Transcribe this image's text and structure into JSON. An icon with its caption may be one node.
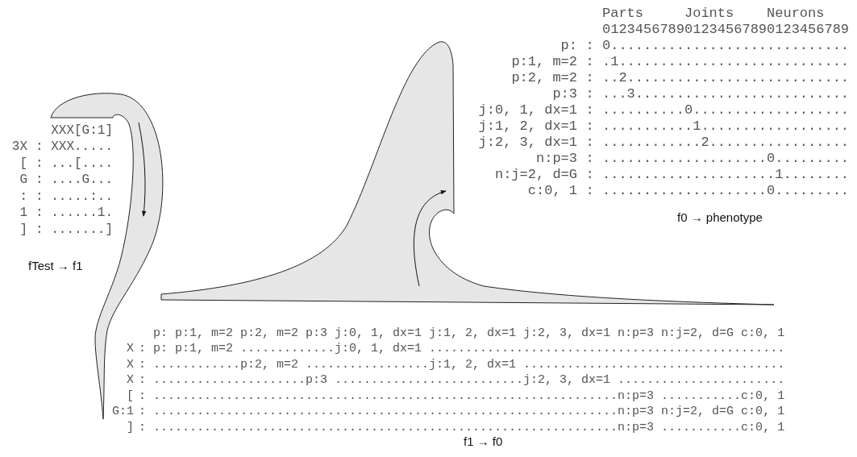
{
  "diagram": {
    "labels": [
      "Parts     Joints    Neurons",
      "012345678901234567890123456789",
      "p:",
      ": 0.............................",
      "p:1, m=2",
      ": .1............................",
      "p:2, m=2",
      ": ..2...........................",
      "p:3",
      ": ...3..........................",
      "j:0, 1, dx=1",
      ": ..........0...................",
      "j:1, 2, dx=1",
      ": ...........1..................",
      "j:2, 3, dx=1",
      ": ............2.................",
      "n:p=3",
      ": ....................0.........",
      "n:j=2, d=G",
      ": .....................1........",
      "c:0, 1",
      ": ....................0.........",
      "f0 → phenotype",
      "XXX[G:1]",
      "3X",
      ": XXX.....",
      "[",
      ": ...[....",
      "G",
      ": ....G...",
      ":",
      ": .....:..",
      "1",
      ": ......1.",
      "]",
      ": .......]",
      "fTest → f1",
      "p: p:1, m=2 p:2, m=2 p:3 j:0, 1, dx=1 j:1, 2, dx=1 j:2, 3, dx=1 n:p=3 n:j=2, d=G c:0, 1",
      "X",
      ": p: p:1, m=2 .............j:0, 1, dx=1 .................................................",
      "X",
      ": ............p:2, m=2 .................j:1, 2, dx=1 ....................................",
      "X",
      ": .....................p:3 ..........................j:2, 3, dx=1 .......................",
      "[",
      ": ................................................................n:p=3 ...........c:0, 1",
      "G:1",
      ": ................................................................n:p=3 n:j=2, d=G c:0, 1",
      "]",
      ": ................................................................n:p=3 ...........c:0, 1",
      "f1 → f0"
    ]
  }
}
